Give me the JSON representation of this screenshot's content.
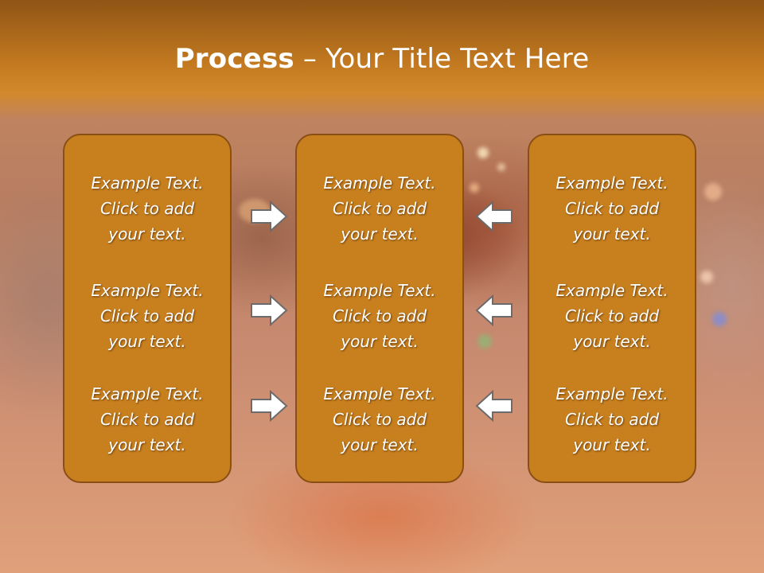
{
  "slide": {
    "title_bold": "Process",
    "title_rest": " – Your Title Text Here",
    "columns": [
      {
        "blocks": [
          {
            "line1": "Example Text.",
            "line2": "Click  to add",
            "line3": "your text."
          },
          {
            "line1": "Example Text.",
            "line2": "Click  to add",
            "line3": "your text."
          },
          {
            "line1": "Example Text.",
            "line2": "Click  to add",
            "line3": "your text."
          }
        ]
      },
      {
        "blocks": [
          {
            "line1": "Example Text.",
            "line2": "Click  to add",
            "line3": "your text."
          },
          {
            "line1": "Example Text.",
            "line2": "Click  to add",
            "line3": "your text."
          },
          {
            "line1": "Example Text.",
            "line2": "Click  to add",
            "line3": "your text."
          }
        ]
      },
      {
        "blocks": [
          {
            "line1": "Example Text.",
            "line2": "Click  to add",
            "line3": "your text."
          },
          {
            "line1": "Example Text.",
            "line2": "Click  to add",
            "line3": "your text."
          },
          {
            "line1": "Example Text.",
            "line2": "Click  to add",
            "line3": "your text."
          }
        ]
      }
    ],
    "arrows_left": [
      "right-arrow-icon",
      "right-arrow-icon",
      "right-arrow-icon"
    ],
    "arrows_right": [
      "left-arrow-icon",
      "left-arrow-icon",
      "left-arrow-icon"
    ],
    "colors": {
      "panel_fill": "#c8801f",
      "panel_border": "#8a4f14",
      "header": "#c47a20",
      "arrow_fill": "#ffffff",
      "arrow_stroke": "#6b6b6b"
    }
  }
}
